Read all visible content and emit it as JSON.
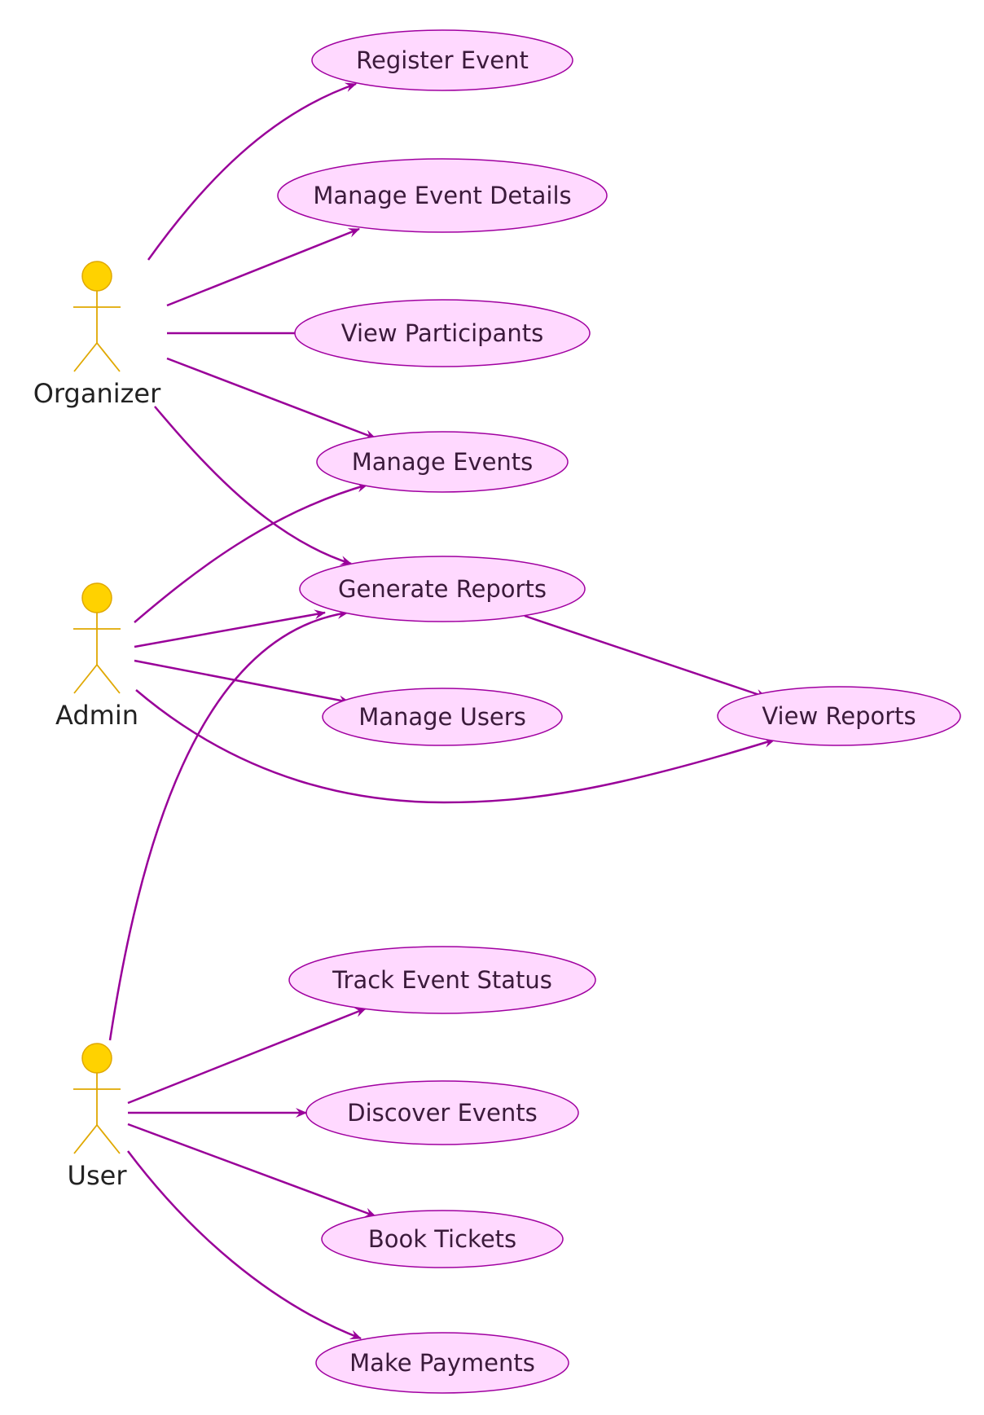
{
  "colors": {
    "background": "#ffffff",
    "actor_fill": "#ffd200",
    "actor_stroke": "#e0a800",
    "usecase_fill": "#ffd9ff",
    "usecase_stroke": "#a000a0",
    "edge": "#990099"
  },
  "actors": [
    {
      "id": "organizer",
      "label": "Organizer"
    },
    {
      "id": "admin",
      "label": "Admin"
    },
    {
      "id": "user",
      "label": "User"
    }
  ],
  "usecases": [
    {
      "id": "register_event",
      "label": "Register Event"
    },
    {
      "id": "manage_event_details",
      "label": "Manage Event Details"
    },
    {
      "id": "view_participants",
      "label": "View Participants"
    },
    {
      "id": "manage_events",
      "label": "Manage Events"
    },
    {
      "id": "generate_reports",
      "label": "Generate Reports"
    },
    {
      "id": "manage_users",
      "label": "Manage Users"
    },
    {
      "id": "view_reports",
      "label": "View Reports"
    },
    {
      "id": "track_event_status",
      "label": "Track Event Status"
    },
    {
      "id": "discover_events",
      "label": "Discover Events"
    },
    {
      "id": "book_tickets",
      "label": "Book Tickets"
    },
    {
      "id": "make_payments",
      "label": "Make Payments"
    }
  ],
  "edges": [
    {
      "from": "organizer",
      "to": "register_event"
    },
    {
      "from": "organizer",
      "to": "manage_event_details"
    },
    {
      "from": "organizer",
      "to": "view_participants"
    },
    {
      "from": "organizer",
      "to": "manage_events"
    },
    {
      "from": "organizer",
      "to": "generate_reports"
    },
    {
      "from": "admin",
      "to": "manage_events"
    },
    {
      "from": "admin",
      "to": "generate_reports"
    },
    {
      "from": "admin",
      "to": "manage_users"
    },
    {
      "from": "admin",
      "to": "view_reports"
    },
    {
      "from": "generate_reports",
      "to": "view_reports"
    },
    {
      "from": "user",
      "to": "generate_reports"
    },
    {
      "from": "user",
      "to": "track_event_status"
    },
    {
      "from": "user",
      "to": "discover_events"
    },
    {
      "from": "user",
      "to": "book_tickets"
    },
    {
      "from": "user",
      "to": "make_payments"
    }
  ]
}
